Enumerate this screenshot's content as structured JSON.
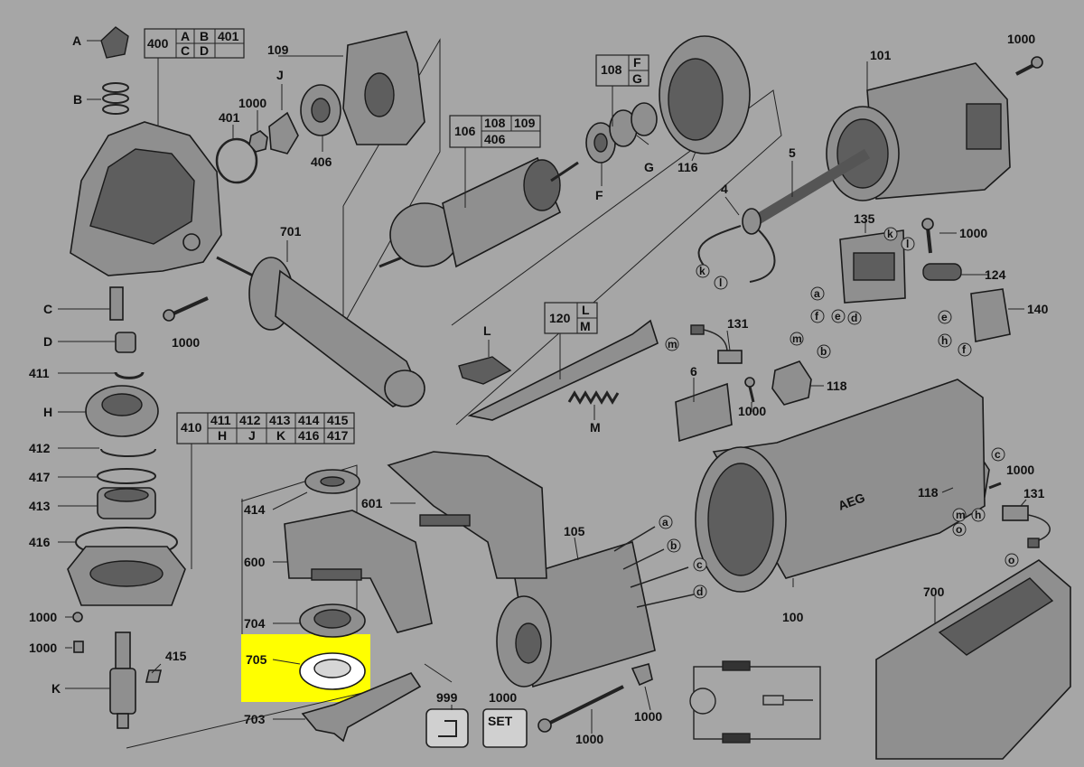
{
  "highlight_color": "#ffff00",
  "background_color": "#a6a6a6",
  "labels": {
    "A": "A",
    "B": "B",
    "C": "C",
    "D": "D",
    "H": "H",
    "J": "J",
    "K": "K",
    "F": "F",
    "G": "G",
    "L": "L",
    "M": "M",
    "p109": "109",
    "p1000": "1000",
    "p401": "401",
    "p406": "406",
    "p108": "108",
    "p116": "116",
    "p101": "101",
    "p106": "106",
    "p5": "5",
    "p4": "4",
    "p135": "135",
    "p124": "124",
    "p140": "140",
    "p701": "701",
    "p411": "411",
    "p412": "412",
    "p417": "417",
    "p413": "413",
    "p416": "416",
    "p415": "415",
    "p410": "410",
    "p414": "414",
    "p600": "600",
    "p704": "704",
    "p705": "705",
    "p703": "703",
    "p601": "601",
    "p105": "105",
    "p100": "100",
    "p700": "700",
    "p999": "999",
    "p120": "120",
    "p131": "131",
    "p6": "6",
    "p118": "118",
    "k": "k",
    "l": "l",
    "a": "a",
    "b": "b",
    "c": "c",
    "d": "d",
    "e": "e",
    "f": "f",
    "h": "h",
    "m": "m",
    "o": "o"
  },
  "table_400": [
    "400",
    "A",
    "B",
    "401",
    "C",
    "D"
  ],
  "table_106": [
    "106",
    "108",
    "109",
    "406"
  ],
  "table_108": [
    "108",
    "F",
    "G"
  ],
  "table_120": [
    "120",
    "L",
    "M"
  ],
  "table_410": [
    "410",
    "411",
    "412",
    "413",
    "414",
    "415",
    "H",
    "J",
    "K",
    "416",
    "417"
  ],
  "brand": "AEG",
  "set_label": "SET"
}
